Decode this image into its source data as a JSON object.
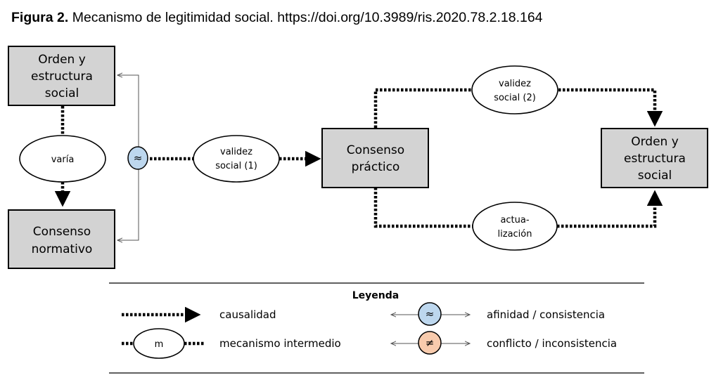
{
  "caption": {
    "prefix": "Figura 2.",
    "text": " Mecanismo de legitimidad social. https://doi.org/10.3989/ris.2020.78.2.18.164"
  },
  "nodes": {
    "orden_left": [
      "Orden y",
      "estructura",
      "social"
    ],
    "consenso_normativo": [
      "Consenso",
      "normativo"
    ],
    "consenso_practico": [
      "Consenso",
      "práctico"
    ],
    "orden_right": [
      "Orden y",
      "estructura",
      "social"
    ],
    "varia": [
      "varía"
    ],
    "validez1": [
      "validez",
      "social (1)"
    ],
    "validez2": [
      "validez",
      "social (2)"
    ],
    "actualizacion": [
      "actua-",
      "lización"
    ]
  },
  "symbols": {
    "affinity": "≈",
    "conflict": "≠"
  },
  "legend": {
    "title": "Leyenda",
    "causalidad": "causalidad",
    "mecanismo": "mecanismo intermedio",
    "mecanismo_symbol": "m",
    "afinidad": "afinidad / consistencia",
    "conflicto": "conflicto / inconsistencia"
  },
  "colors": {
    "box_fill": "#d3d3d3",
    "affinity_fill": "#bdd7ee",
    "conflict_fill": "#f8cbad"
  }
}
